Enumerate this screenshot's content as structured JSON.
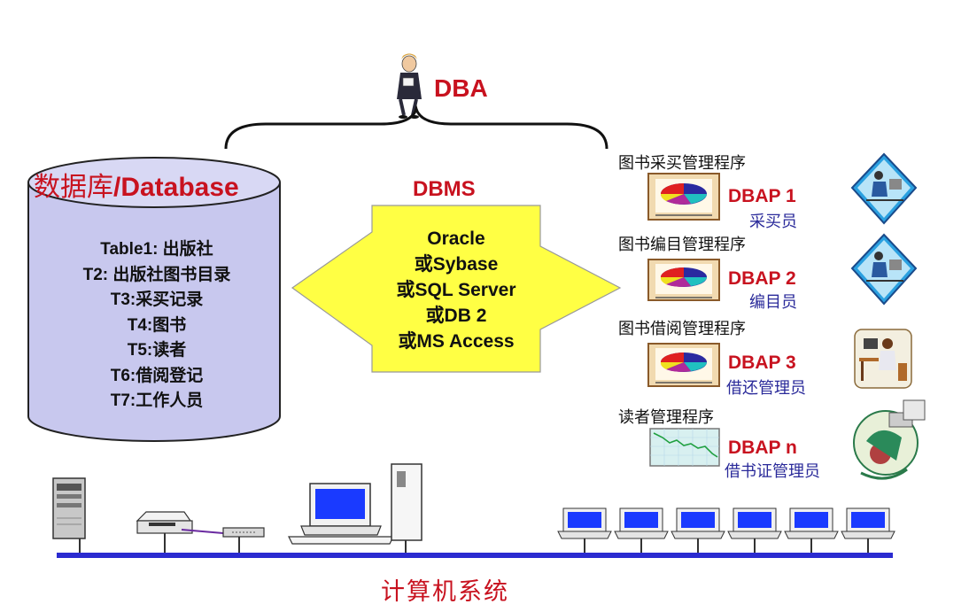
{
  "dba": {
    "label": "DBA"
  },
  "database": {
    "title_zh": "数据库",
    "title_en": "/Database",
    "tables": [
      "Table1: 出版社",
      "T2: 出版社图书目录",
      "T3:采买记录",
      "T4:图书",
      "T5:读者",
      "T6:借阅登记",
      "T7:工作人员"
    ]
  },
  "dbms": {
    "label": "DBMS",
    "products": [
      "Oracle",
      "或Sybase",
      "或SQL Server",
      "或DB 2",
      "或MS Access"
    ]
  },
  "applications": [
    {
      "title": "图书采买管理程序",
      "dbap": "DBAP 1",
      "role": "采买员"
    },
    {
      "title": "图书编目管理程序",
      "dbap": "DBAP 2",
      "role": "编目员"
    },
    {
      "title": "图书借阅管理程序",
      "dbap": "DBAP 3",
      "role": "借还管理员"
    },
    {
      "title": "读者管理程序",
      "dbap": "DBAP n",
      "role": "借书证管理员"
    }
  ],
  "caption": "计算机系统",
  "colors": {
    "accent_red": "#c8121f",
    "role_blue": "#2a2a9a",
    "arrow_yellow": "#ffff44",
    "cylinder_lavender": "#c8c8ee",
    "network_blue": "#2b2bd0"
  }
}
